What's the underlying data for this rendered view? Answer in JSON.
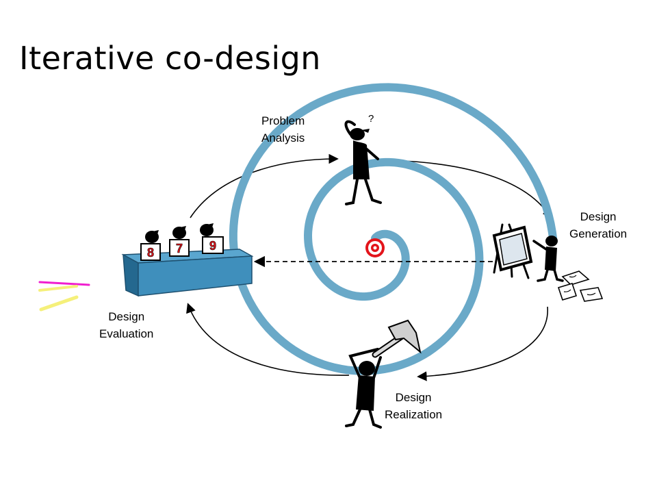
{
  "slide": {
    "title": "Iterative co-design"
  },
  "stages": {
    "problem_analysis": {
      "line1": "Problem",
      "line2": "Analysis"
    },
    "design_generation": {
      "line1": "Design",
      "line2": "Generation"
    },
    "design_realization": {
      "line1": "Design",
      "line2": "Realization"
    },
    "design_evaluation": {
      "line1": "Design",
      "line2": "Evaluation"
    }
  },
  "scores": [
    "8",
    "7",
    "9"
  ],
  "thinker_mark": "?",
  "colors": {
    "spiral": "#6aa9c8",
    "table_top": "#3f8fbc",
    "table_front": "#2f7ca6",
    "score_red": "#e3141b",
    "target_red": "#e3141b",
    "figure": "#000000"
  }
}
